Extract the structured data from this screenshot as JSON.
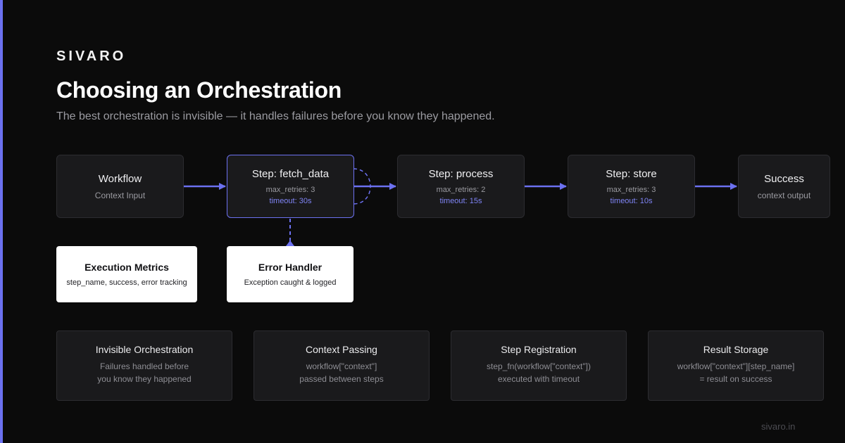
{
  "brand": "SIVARO",
  "title": "Choosing an Orchestration",
  "subtitle": "The best orchestration is invisible — it handles failures before you know they happened.",
  "colors": {
    "accent": "#6c71f0",
    "background": "#0b0b0b",
    "node": "#1a1a1c",
    "border": "#2c2c30"
  },
  "flow": {
    "workflow": {
      "title": "Workflow",
      "sub": "Context Input"
    },
    "fetch": {
      "title": "Step: fetch_data",
      "retries": "max_retries: 3",
      "timeout": "timeout: 30s"
    },
    "process": {
      "title": "Step: process",
      "retries": "max_retries: 2",
      "timeout": "timeout: 15s"
    },
    "store": {
      "title": "Step: store",
      "retries": "max_retries: 3",
      "timeout": "timeout: 10s"
    },
    "success": {
      "title": "Success",
      "sub": "context output"
    }
  },
  "metrics": {
    "title": "Execution Metrics",
    "sub": "step_name, success, error tracking"
  },
  "error_handler": {
    "title": "Error Handler",
    "sub": "Exception caught & logged"
  },
  "cards": [
    {
      "title": "Invisible Orchestration",
      "line1": "Failures handled before",
      "line2": "you know they happened"
    },
    {
      "title": "Context Passing",
      "line1": "workflow[\"context\"]",
      "line2": "passed between steps"
    },
    {
      "title": "Step Registration",
      "line1": "step_fn(workflow[\"context\"])",
      "line2": "executed with timeout"
    },
    {
      "title": "Result Storage",
      "line1": "workflow[\"context\"][step_name]",
      "line2": "= result on success"
    }
  ],
  "footer": "sivaro.in"
}
